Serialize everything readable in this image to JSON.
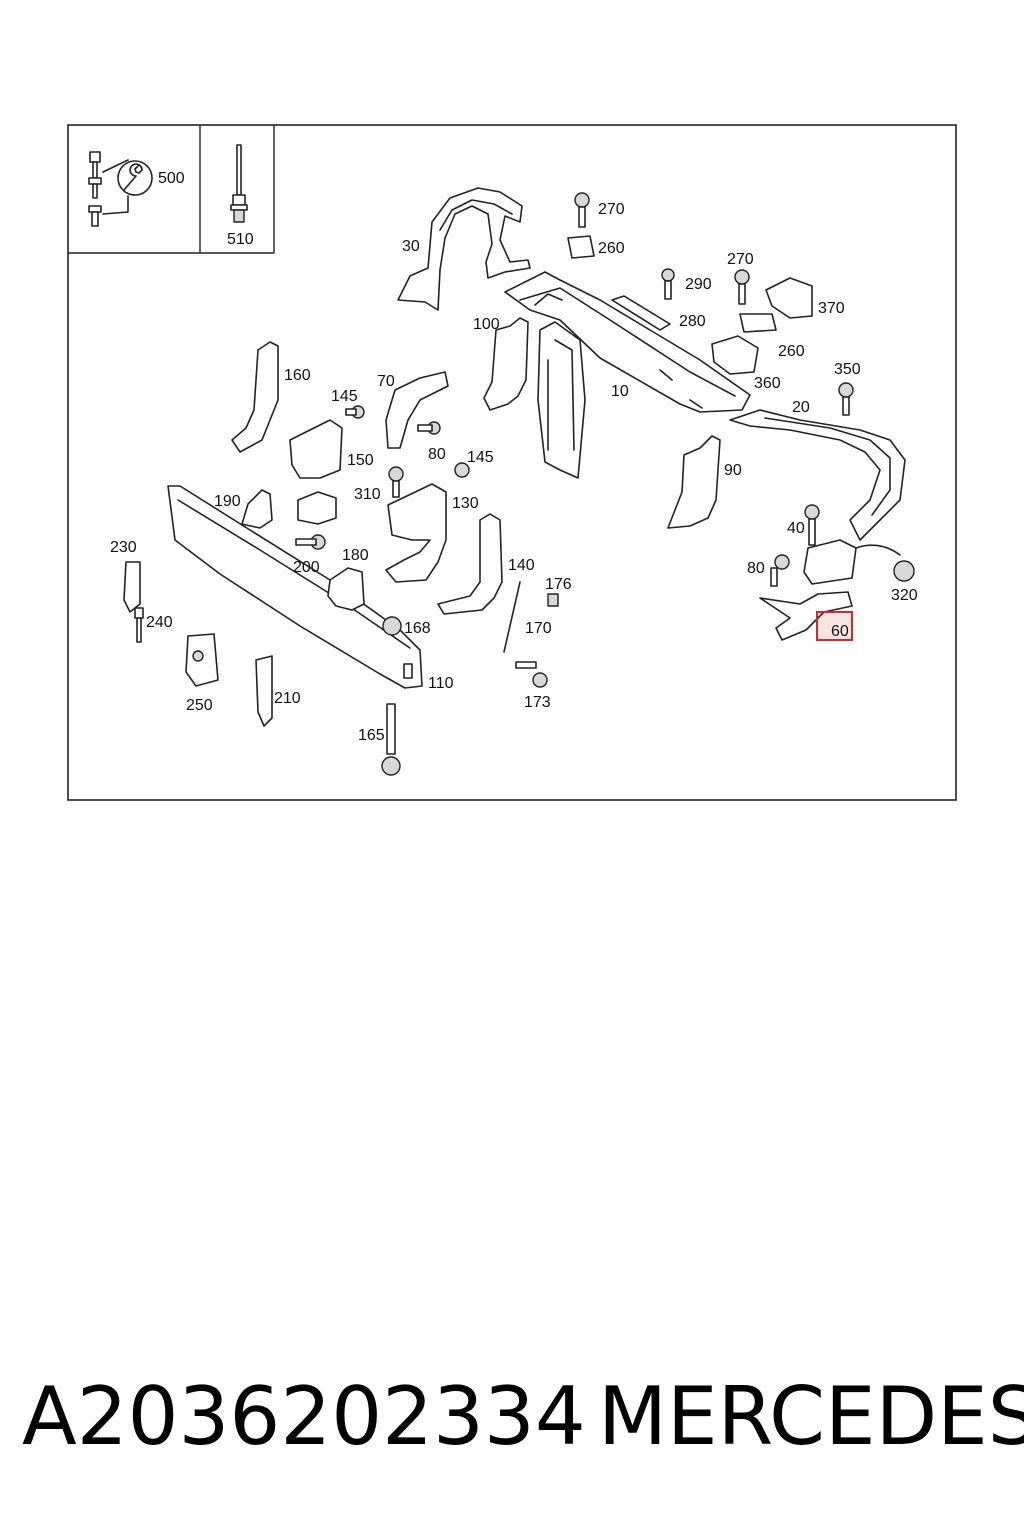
{
  "caption": {
    "part_number": "A2036202334",
    "brand": "MERCEDES"
  },
  "inset_labels": [
    "500",
    "510"
  ],
  "labels": [
    "30",
    "270",
    "260",
    "270",
    "290",
    "280",
    "370",
    "260",
    "360",
    "350",
    "100",
    "10",
    "20",
    "160",
    "145",
    "70",
    "80",
    "145",
    "150",
    "310",
    "130",
    "90",
    "190",
    "40",
    "230",
    "200",
    "180",
    "176",
    "80",
    "320",
    "140",
    "240",
    "168",
    "170",
    "60",
    "250",
    "210",
    "110",
    "173",
    "165"
  ],
  "highlighted_label": "60",
  "highlight_color": "#d9262c",
  "icons": [
    "wrench-icon"
  ]
}
